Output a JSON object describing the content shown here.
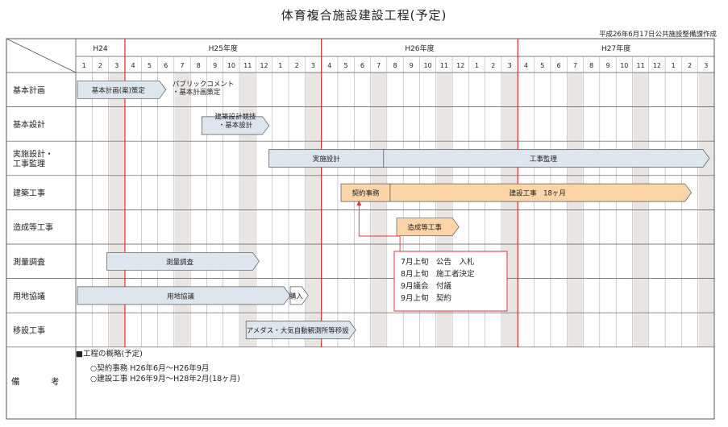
{
  "header": {
    "title": "体育複合施設建設工程(予定)",
    "subtitle": "平成26年6月17日公共施設整備課作成"
  },
  "timeline": {
    "years": [
      {
        "label": "H24",
        "start": 0,
        "span": 3
      },
      {
        "label": "H25年度",
        "start": 3,
        "span": 12
      },
      {
        "label": "H26年度",
        "start": 15,
        "span": 12
      },
      {
        "label": "H27年度",
        "start": 27,
        "span": 12
      }
    ],
    "months": [
      "1",
      "2",
      "3",
      "4",
      "5",
      "6",
      "7",
      "8",
      "9",
      "10",
      "11",
      "12",
      "1",
      "2",
      "3",
      "4",
      "5",
      "6",
      "7",
      "8",
      "9",
      "10",
      "11",
      "12",
      "1",
      "2",
      "3",
      "4",
      "5",
      "6",
      "7",
      "8",
      "9",
      "10",
      "11",
      "12",
      "1",
      "2",
      "3"
    ],
    "shaded_months": [
      2,
      6,
      10,
      14,
      18,
      22,
      26,
      30,
      34,
      38
    ],
    "year_dividers": [
      3,
      15,
      27
    ]
  },
  "rows": [
    {
      "label": "基本計画"
    },
    {
      "label": "基本設計"
    },
    {
      "label": "実施設計・\n工事監理"
    },
    {
      "label": "建築工事"
    },
    {
      "label": "造成等工事"
    },
    {
      "label": "測量調査"
    },
    {
      "label": "用地協議"
    },
    {
      "label": "移設工事"
    }
  ],
  "remarks_label": "備　考",
  "bars": [
    {
      "row": 0,
      "start": 0.1,
      "end": 5.5,
      "label": "基本計画(案)策定",
      "color": "#dde6ee",
      "arrow": true
    },
    {
      "row": 1,
      "start": 7.7,
      "end": 11.8,
      "label": "建築設計競技\n・基本設計",
      "color": "#dde6ee",
      "arrow": true,
      "label_above": true
    },
    {
      "row": 2,
      "start": 11.8,
      "end": 18.8,
      "label": "実施設計",
      "color": "#dde6ee",
      "arrow": false
    },
    {
      "row": 2,
      "start": 18.8,
      "end": 38.7,
      "label": "工事監理",
      "color": "#dde6ee",
      "arrow": true
    },
    {
      "row": 3,
      "start": 16.2,
      "end": 19.2,
      "label": "契約事務",
      "color": "#fbd5a8",
      "arrow": false
    },
    {
      "row": 3,
      "start": 19.2,
      "end": 37.6,
      "label": "建設工事　18ヶ月",
      "color": "#fbd5a8",
      "arrow": true
    },
    {
      "row": 4,
      "start": 19.6,
      "end": 23.4,
      "label": "造成等工事",
      "color": "#fbd5a8",
      "arrow": true
    },
    {
      "row": 5,
      "start": 1.9,
      "end": 11.2,
      "label": "測量調査",
      "color": "#dde6ee",
      "arrow": true
    },
    {
      "row": 6,
      "start": 0.1,
      "end": 13.1,
      "label": "用地協議",
      "color": "#dde6ee",
      "arrow": true
    },
    {
      "row": 6,
      "start": 13.1,
      "end": 14.2,
      "label": "購入",
      "color": "#ffffff",
      "arrow": true
    },
    {
      "row": 7,
      "start": 10.4,
      "end": 17.1,
      "label": "アメダス・大気自動観測所等移設",
      "color": "#dde6ee",
      "arrow": true
    }
  ],
  "annotations": {
    "public_comment": "パブリックコメント\n・基本計画策定",
    "callout": [
      "7月上旬　公告　入札",
      "8月上旬　施工者決定",
      "9月議会　付議",
      "9月上旬　契約"
    ]
  },
  "notes": {
    "head": "■工程の概略(予定)",
    "items": [
      "○契約事務  H26年6月～H26年9月",
      "○建設工事  H26年9月～H28年2月(18ヶ月)"
    ]
  },
  "colors": {
    "grid": "#555555",
    "shade": "#e8e5e2",
    "year_line": "#e0353b",
    "bar_blue": "#dde6ee",
    "bar_orange": "#fbd5a8"
  }
}
